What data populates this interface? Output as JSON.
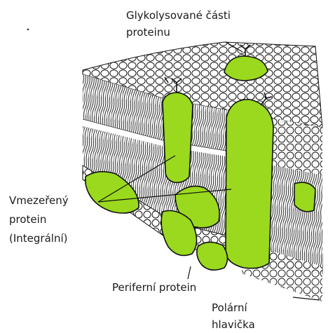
{
  "labels": {
    "glycosylated_line1": "Glykolysované části",
    "glycosylated_line2": "proteinu",
    "integral_line1": "Vmezeřený",
    "integral_line2": "protein",
    "integral_line3": "(Integrální)",
    "peripheral": "Periferní protein",
    "polar_line1": "Polární",
    "polar_line2": "hlavička"
  },
  "colors": {
    "protein": "#9ad91e",
    "head": "#ffffff",
    "outline": "#111111",
    "tail": "#222222"
  }
}
